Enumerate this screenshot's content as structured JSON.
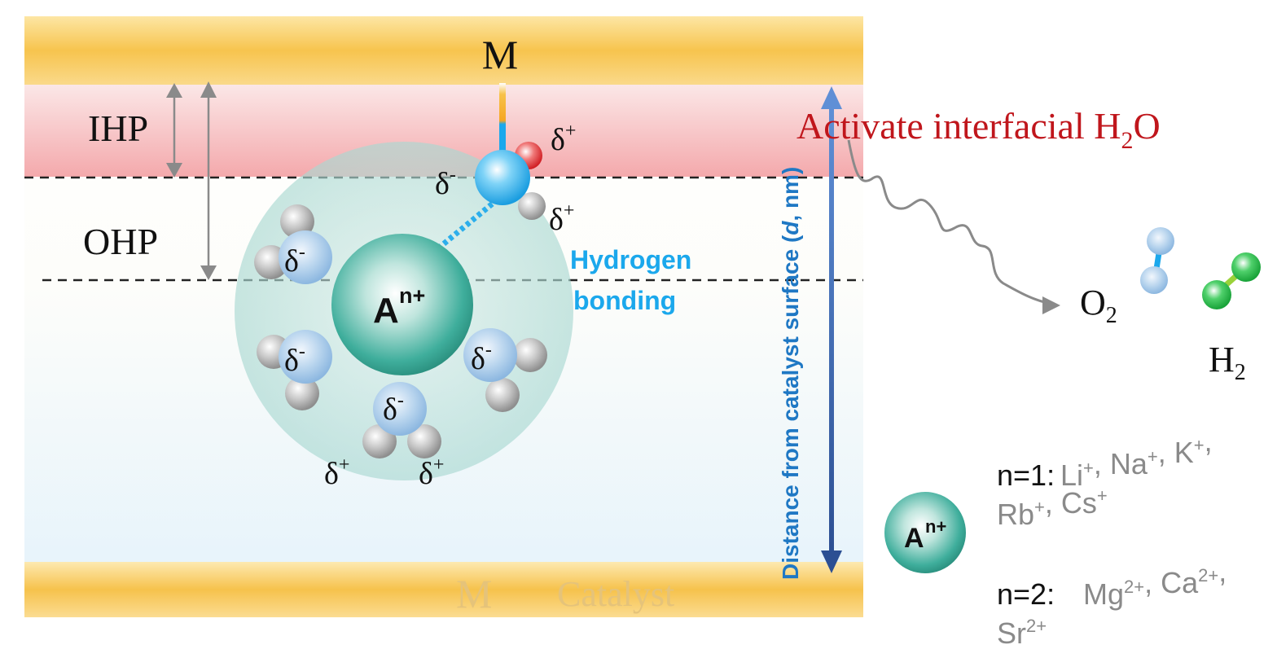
{
  "electrode": {
    "top_label": "M",
    "bottom_label_m": "M",
    "bottom_label_catalyst": "Catalyst"
  },
  "layers": {
    "ihp": "IHP",
    "ohp": "OHP"
  },
  "cation": {
    "symbol": "A",
    "charge": "n+"
  },
  "charges": {
    "delta": "δ",
    "minus": "-",
    "plus": "+"
  },
  "hydrogen_bonding": {
    "line1": "Hydrogen",
    "line2": "bonding"
  },
  "distance_axis": {
    "label_pre": "Distance from catalyst surface (",
    "label_var": "d",
    "label_post": ", nm)"
  },
  "activate": {
    "pre": "Activate interfacial H",
    "sub": "2",
    "post": "O"
  },
  "products": {
    "o2_main": "O",
    "o2_sub": "2",
    "h2_main": "H",
    "h2_sub": "2"
  },
  "legend": {
    "symbol": "A",
    "charge": "n+",
    "n1_label": "n=1:",
    "n1_line1": [
      {
        "t": "Li",
        "sup": "+"
      },
      {
        "t": ", Na",
        "sup": "+"
      },
      {
        "t": ", K",
        "sup": "+"
      },
      {
        "t": ",",
        "sup": ""
      }
    ],
    "n1_line2": [
      {
        "t": "Rb",
        "sup": "+"
      },
      {
        "t": ", Cs",
        "sup": "+"
      }
    ],
    "n2_label": "n=2:",
    "n2_line1": [
      {
        "t": "Mg",
        "sup": "2+"
      },
      {
        "t": ", Ca",
        "sup": "2+"
      },
      {
        "t": ",",
        "sup": ""
      }
    ],
    "n2_line2": [
      {
        "t": "Sr",
        "sup": "2+"
      }
    ]
  },
  "colors": {
    "electrode": "#f7c24a",
    "ihp_band": "#f5b5b8",
    "cation": "#3fae9c",
    "hbond": "#1ba8ec",
    "activate": "#c0161c",
    "axis_arrow": "#3c63b6",
    "axis_label": "#1f78c4",
    "legend_gray": "#8a8a8a"
  }
}
